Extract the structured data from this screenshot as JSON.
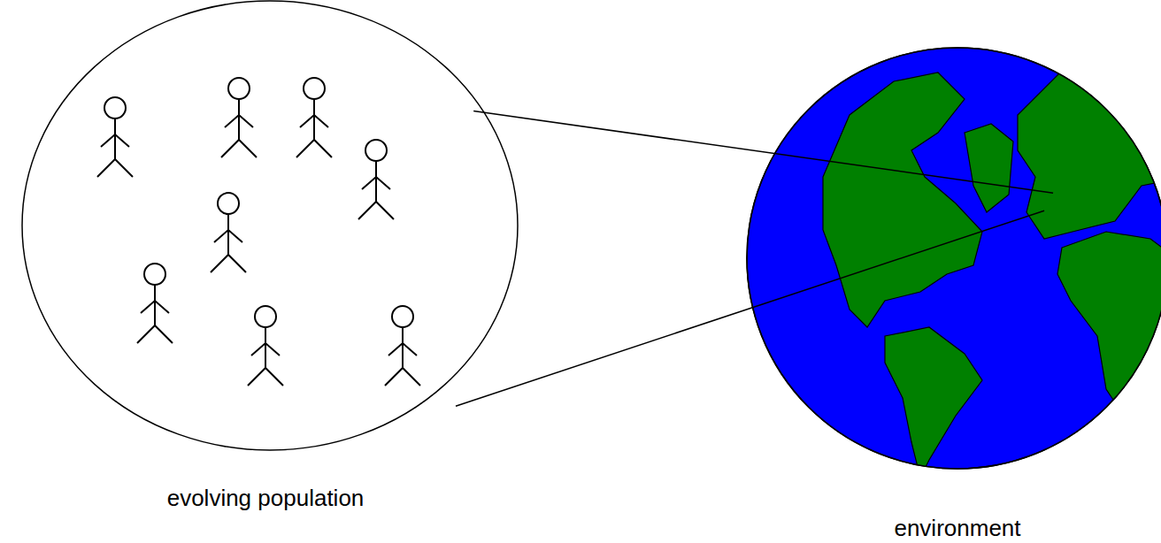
{
  "diagram": {
    "nodes": [
      {
        "text": [
          "evolving population"
        ]
      },
      {
        "text": [
          "environment"
        ]
      }
    ],
    "edges": [
      {
        "from": 0,
        "to": 1,
        "arrow": "none"
      },
      {
        "from": 0,
        "to": 1,
        "arrow": "none"
      }
    ]
  }
}
